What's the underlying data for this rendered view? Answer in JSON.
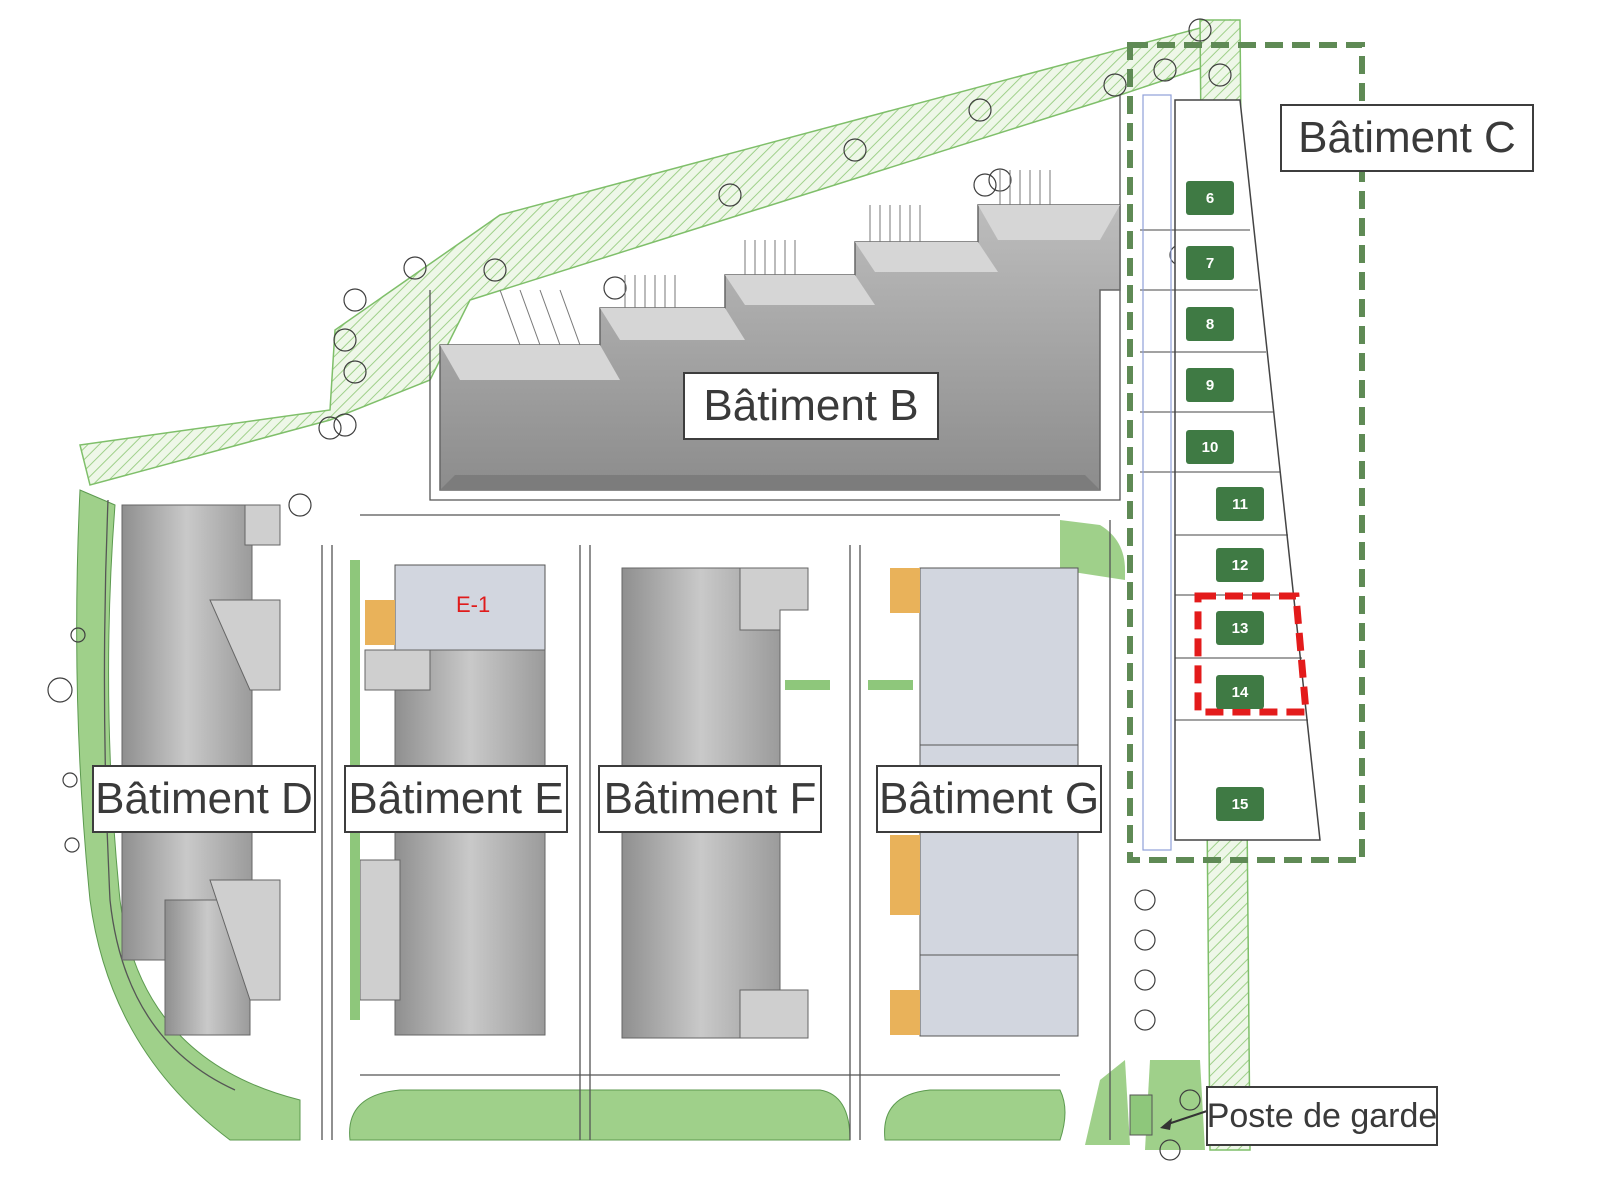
{
  "labels": {
    "batiment_b": "Bâtiment B",
    "batiment_c": "Bâtiment C",
    "batiment_d": "Bâtiment D",
    "batiment_e": "Bâtiment E",
    "batiment_f": "Bâtiment F",
    "batiment_g": "Bâtiment G",
    "poste_de_garde": "Poste de garde",
    "lot_e1": "E-1"
  },
  "units_c": [
    "6",
    "7",
    "8",
    "9",
    "10",
    "11",
    "12",
    "13",
    "14",
    "15"
  ],
  "highlighted_units": [
    "13",
    "14"
  ],
  "colors": {
    "green_area": "#9fd08a",
    "green_border": "#3f7a44",
    "roof_grey": "#a8a8a8",
    "interior_blue": "#d2d6df",
    "orange_block": "#e9b25a",
    "highlight_red": "#e31b1b"
  }
}
